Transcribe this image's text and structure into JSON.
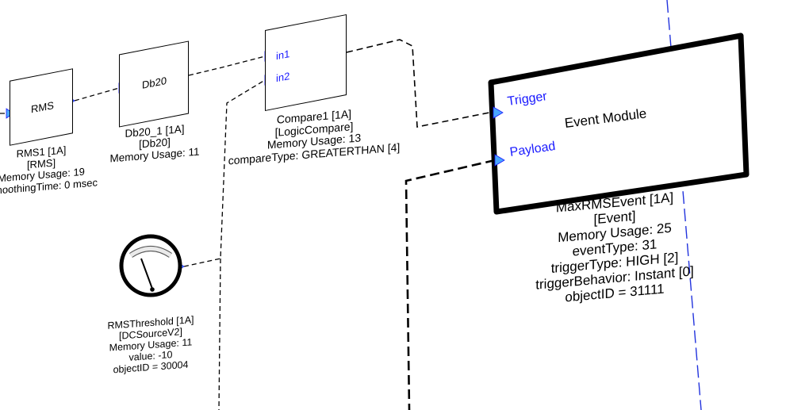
{
  "blocks": {
    "rms": {
      "title": "RMS",
      "info": [
        "RMS1 [1A]",
        "[RMS]",
        "Memory Usage: 19",
        "moothingTime: 0 msec"
      ]
    },
    "db20": {
      "title": "Db20",
      "info": [
        "Db20_1 [1A]",
        "[Db20]",
        "Memory Usage: 11"
      ]
    },
    "compare": {
      "pins": [
        "in1",
        "in2"
      ],
      "info": [
        "Compare1 [1A]",
        "[LogicCompare]",
        "Memory Usage: 13",
        "compareType: GREATERTHAN [4]"
      ]
    },
    "threshold": {
      "info": [
        "RMSThreshold [1A]",
        "[DCSourceV2]",
        "Memory Usage: 11",
        "value: -10",
        "objectID = 30004"
      ]
    },
    "event": {
      "title": "Event Module",
      "pins": [
        "Trigger",
        "Payload"
      ],
      "info": [
        "MaxRMSEvent [1A]",
        "[Event]",
        "Memory Usage: 25",
        "eventType: 31",
        "triggerType: HIGH [2]",
        "triggerBehavior: Instant [0]",
        "objectID = 31111"
      ]
    }
  },
  "colors": {
    "pin": "#1a1aff",
    "port": "#4aa8ff",
    "guide": "#2233dd"
  }
}
